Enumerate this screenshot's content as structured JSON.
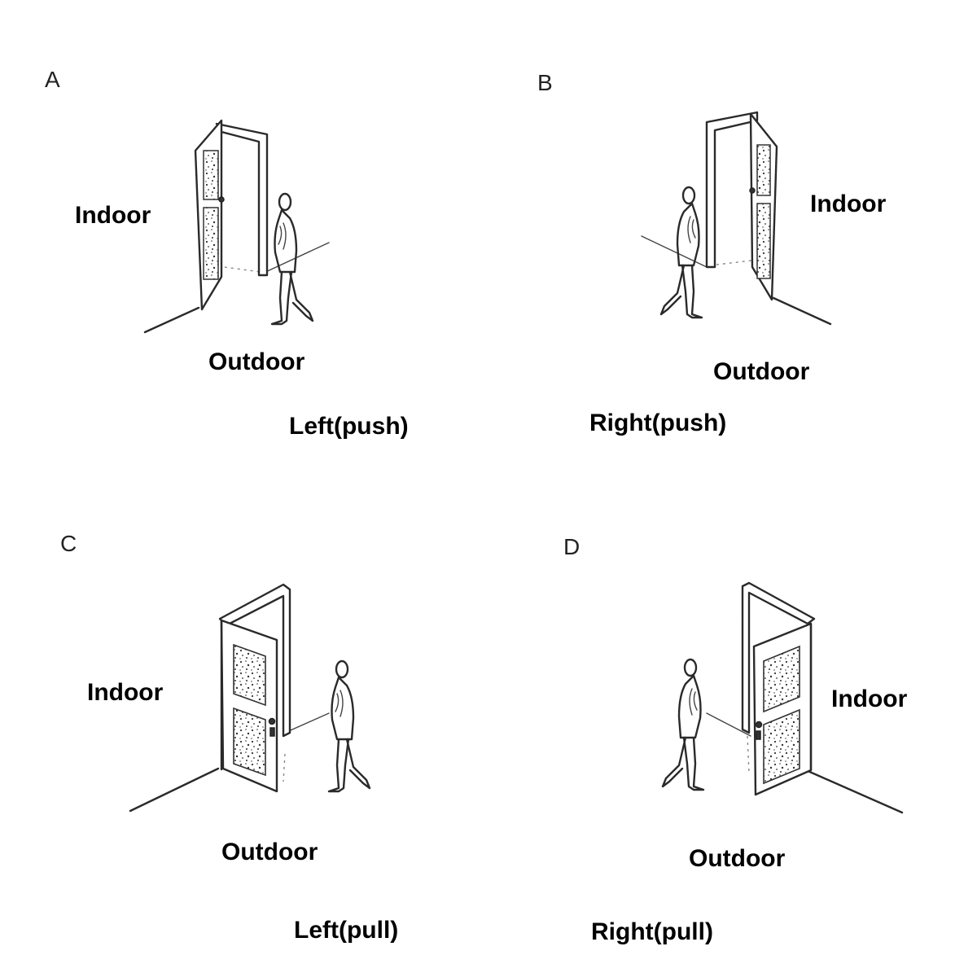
{
  "panels": {
    "a": {
      "letter": "A",
      "indoor": "Indoor",
      "outdoor": "Outdoor",
      "caption": "Left(push)"
    },
    "b": {
      "letter": "B",
      "indoor": "Indoor",
      "outdoor": "Outdoor",
      "caption": "Right(push)"
    },
    "c": {
      "letter": "C",
      "indoor": "Indoor",
      "outdoor": "Outdoor",
      "caption": "Left(pull)"
    },
    "d": {
      "letter": "D",
      "indoor": "Indoor",
      "outdoor": "Outdoor",
      "caption": "Right(pull)"
    }
  }
}
